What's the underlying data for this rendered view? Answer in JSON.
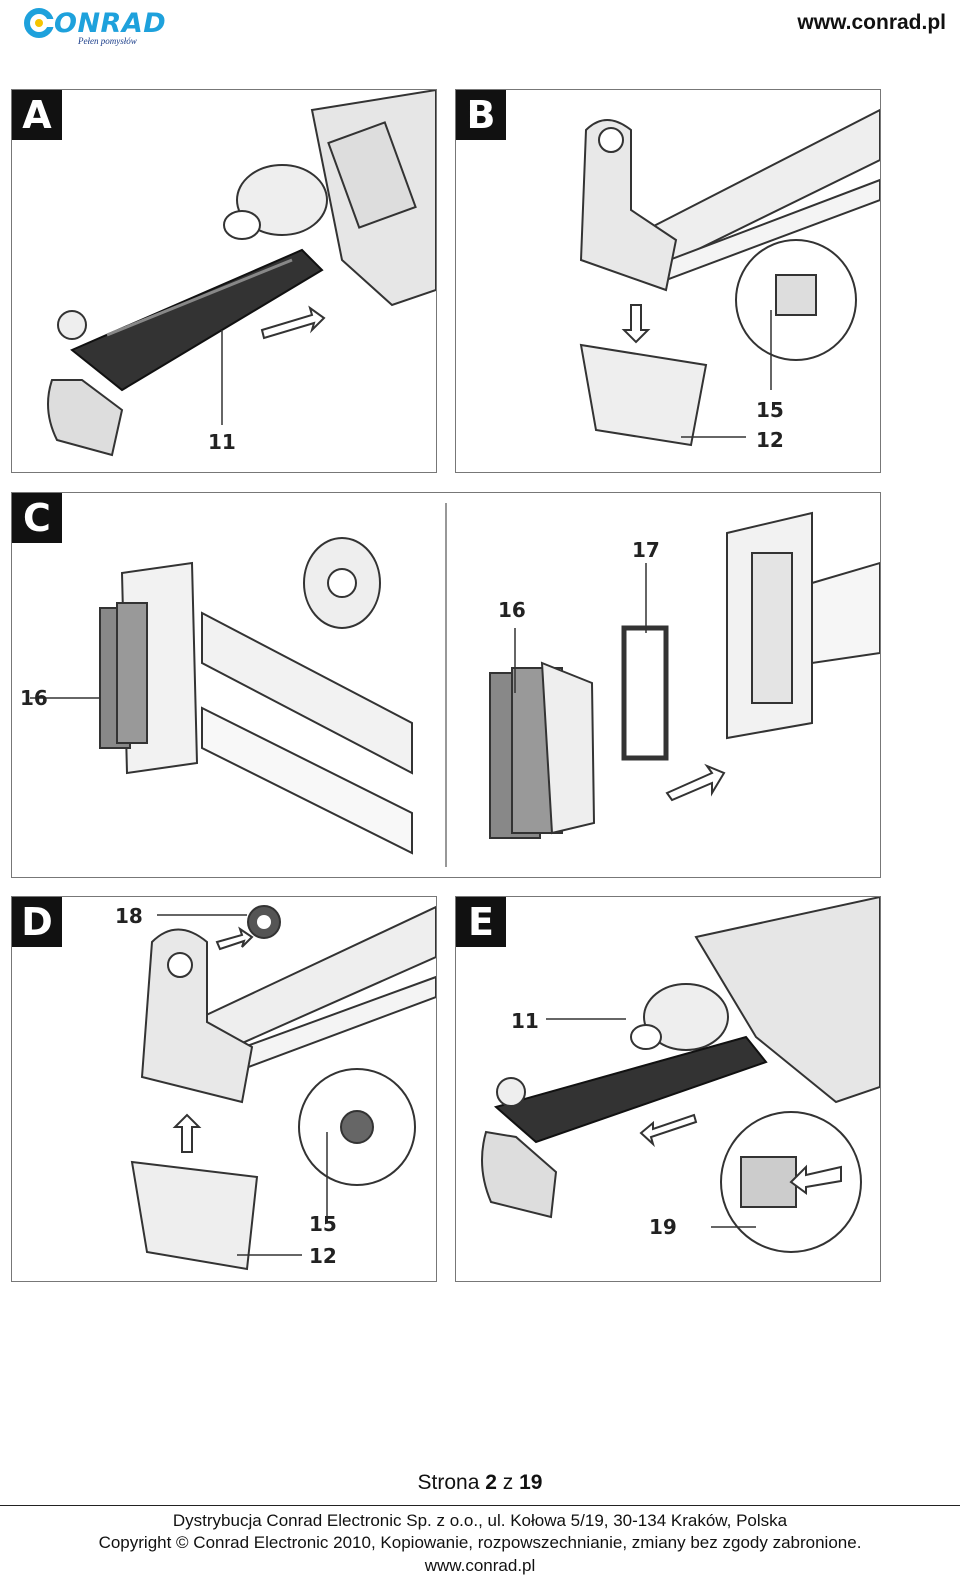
{
  "header": {
    "logo_text": "ONRAD",
    "logo_tagline": "Pełen pomysłów",
    "url": "www.conrad.pl"
  },
  "panels": {
    "A": {
      "letter": "A",
      "labels": [
        "11"
      ]
    },
    "B": {
      "letter": "B",
      "labels": [
        "15",
        "12"
      ]
    },
    "C": {
      "letter": "C",
      "labels": [
        "16",
        "16",
        "17"
      ]
    },
    "D": {
      "letter": "D",
      "labels": [
        "18",
        "15",
        "12"
      ]
    },
    "E": {
      "letter": "E",
      "labels": [
        "11",
        "19"
      ]
    }
  },
  "page": {
    "prefix": "Strona ",
    "current": "2",
    "middle": " z ",
    "total": "19"
  },
  "footer": {
    "line1": "Dystrybucja Conrad Electronic Sp. z o.o., ul. Kołowa 5/19, 30-134 Kraków, Polska",
    "line2": "Copyright © Conrad Electronic 2010, Kopiowanie, rozpowszechnianie, zmiany bez zgody zabronione.",
    "line3": "www.conrad.pl"
  },
  "colors": {
    "brand": "#1ea1dc",
    "tagline": "#1a3d8a",
    "panel_border": "#777777",
    "ink": "#111111"
  }
}
